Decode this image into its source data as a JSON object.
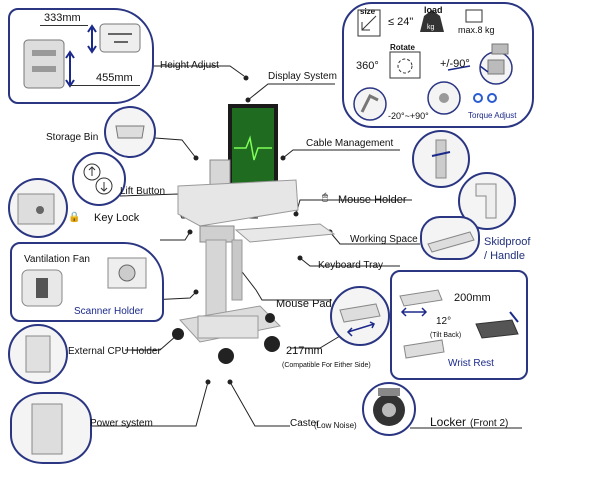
{
  "height_adjust": {
    "top_value": "333mm",
    "bottom_value": "455mm",
    "label": "Height Adjust"
  },
  "display_system": {
    "label": "Display System",
    "size_tag": "size",
    "size_value": "≤ 24\"",
    "load_tag": "load",
    "load_icon_text": "kg",
    "load_value": "max.8 kg",
    "rotate_tag": "Rotate",
    "rotate_value": "360°",
    "swivel_value": "+/-90°",
    "tilt_value": "-20°~+90°",
    "torque_label": "Torque Adjust"
  },
  "storage_bin": {
    "label": "Storage Bin"
  },
  "cable_management": {
    "label": "Cable Management"
  },
  "lift_button": {
    "label": "Lift Button"
  },
  "key_lock": {
    "label": "Key Lock"
  },
  "mouse_holder": {
    "label": "Mouse Holder"
  },
  "working_space": {
    "label": "Working Space"
  },
  "skidproof": {
    "line1": "Skidproof",
    "line2": "/ Handle"
  },
  "keyboard_tray": {
    "label": "Keyboard Tray"
  },
  "ventilation_fan": {
    "label": "Vantilation Fan"
  },
  "scanner_holder": {
    "label": "Scanner  Holder"
  },
  "mouse_pad": {
    "label": "Mouse Pad"
  },
  "tray_detail": {
    "width_value": "200mm",
    "tilt_value": "12°",
    "tilt_note": "(Tilt Back)",
    "wrist_rest": "Wrist Rest"
  },
  "mouse_pad_size": {
    "value": "217mm",
    "note": "(Compatible For Either Side)"
  },
  "external_cpu": {
    "label": "External CPU Holder"
  },
  "power_system": {
    "label": "Power system"
  },
  "caster": {
    "label": "Caster",
    "note": "(Low Noise)"
  },
  "locker": {
    "label": "Locker",
    "note": "(Front 2)"
  },
  "colors": {
    "accent": "#2b3683",
    "screen": "#1f6b1f",
    "trace": "#7fff5a"
  }
}
